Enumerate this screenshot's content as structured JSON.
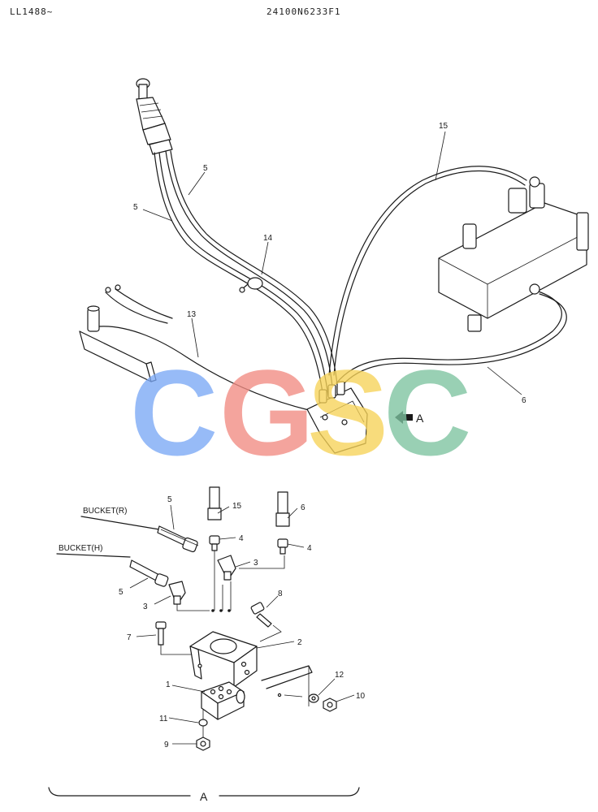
{
  "header": {
    "left": "LL1488~",
    "center": "24100N6233F1"
  },
  "watermark": {
    "letters": [
      "C",
      "G",
      "S",
      "C"
    ],
    "colors": [
      "#7aa8f5",
      "#f28b82",
      "#f7d358",
      "#7dc3a0"
    ]
  },
  "labels": {
    "part_15": "15",
    "part_5a": "5",
    "part_5b": "5",
    "part_14": "14",
    "part_13": "13",
    "part_6": "6",
    "view_a_arrow": "A",
    "exploded": {
      "bucket_r": "BUCKET(R)",
      "bucket_h": "BUCKET(H)",
      "p5_upper": "5",
      "p5_lower": "5",
      "p15": "15",
      "p6": "6",
      "p4_left": "4",
      "p4_right": "4",
      "p3_right": "3",
      "p3_left": "3",
      "p8": "8",
      "p7": "7",
      "p2": "2",
      "p1": "1",
      "p12": "12",
      "p10": "10",
      "p11": "11",
      "p9": "9"
    },
    "view_a_caption": "A"
  }
}
